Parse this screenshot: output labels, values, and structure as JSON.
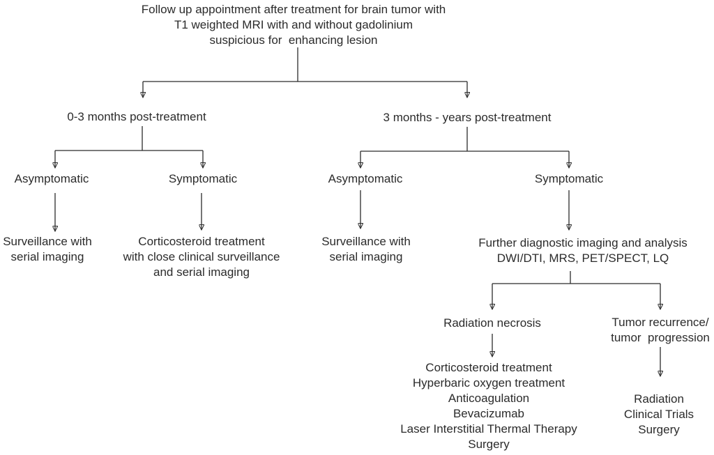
{
  "diagram": {
    "kind": "decision-flowchart",
    "topic": "Follow-up after brain tumor treatment",
    "nodes": {
      "root": {
        "lines": [
          "Follow up appointment after treatment for brain tumor with",
          "T1 weighted MRI with and without gadolinium",
          "suspicious for  enhancing lesion"
        ]
      },
      "left_period": {
        "lines": [
          "0-3 months post-treatment"
        ]
      },
      "right_period": {
        "lines": [
          "3 months - years post-treatment"
        ]
      },
      "left_asymptomatic": {
        "lines": [
          "Asymptomatic"
        ]
      },
      "left_symptomatic": {
        "lines": [
          "Symptomatic"
        ]
      },
      "right_asymptomatic": {
        "lines": [
          "Asymptomatic"
        ]
      },
      "right_symptomatic": {
        "lines": [
          "Symptomatic"
        ]
      },
      "left_surveillance": {
        "lines": [
          "Surveillance with",
          "serial imaging"
        ]
      },
      "corticosteroid_plan": {
        "lines": [
          "Corticosteroid treatment",
          "with close clinical surveillance",
          "and serial imaging"
        ]
      },
      "right_surveillance": {
        "lines": [
          "Surveillance with",
          "serial imaging"
        ]
      },
      "further_imaging": {
        "lines": [
          "Further diagnostic imaging and analysis",
          "DWI/DTI, MRS, PET/SPECT, LQ"
        ]
      },
      "radiation_necrosis": {
        "lines": [
          "Radiation necrosis"
        ]
      },
      "tumor_recurrence": {
        "lines": [
          "Tumor recurrence/",
          "tumor  progression"
        ]
      },
      "necrosis_treatments": {
        "lines": [
          "Corticosteroid treatment",
          "Hyperbaric oxygen treatment",
          "Anticoagulation",
          "Bevacizumab",
          "Laser Interstitial Thermal Therapy",
          "Surgery"
        ]
      },
      "recurrence_treatments": {
        "lines": [
          "Radiation",
          "Clinical Trials",
          "Surgery"
        ]
      }
    },
    "connections": [
      {
        "from": "root",
        "to": "left_period"
      },
      {
        "from": "root",
        "to": "right_period"
      },
      {
        "from": "left_period",
        "to": "left_asymptomatic"
      },
      {
        "from": "left_period",
        "to": "left_symptomatic"
      },
      {
        "from": "right_period",
        "to": "right_asymptomatic"
      },
      {
        "from": "right_period",
        "to": "right_symptomatic"
      },
      {
        "from": "left_asymptomatic",
        "to": "left_surveillance"
      },
      {
        "from": "left_symptomatic",
        "to": "corticosteroid_plan"
      },
      {
        "from": "right_asymptomatic",
        "to": "right_surveillance"
      },
      {
        "from": "right_symptomatic",
        "to": "further_imaging"
      },
      {
        "from": "further_imaging",
        "to": "radiation_necrosis"
      },
      {
        "from": "further_imaging",
        "to": "tumor_recurrence"
      },
      {
        "from": "radiation_necrosis",
        "to": "necrosis_treatments"
      },
      {
        "from": "tumor_recurrence",
        "to": "recurrence_treatments"
      }
    ]
  },
  "colors": {
    "text": "#2b2b2b",
    "line": "#2b2b2b",
    "background": "#ffffff"
  }
}
